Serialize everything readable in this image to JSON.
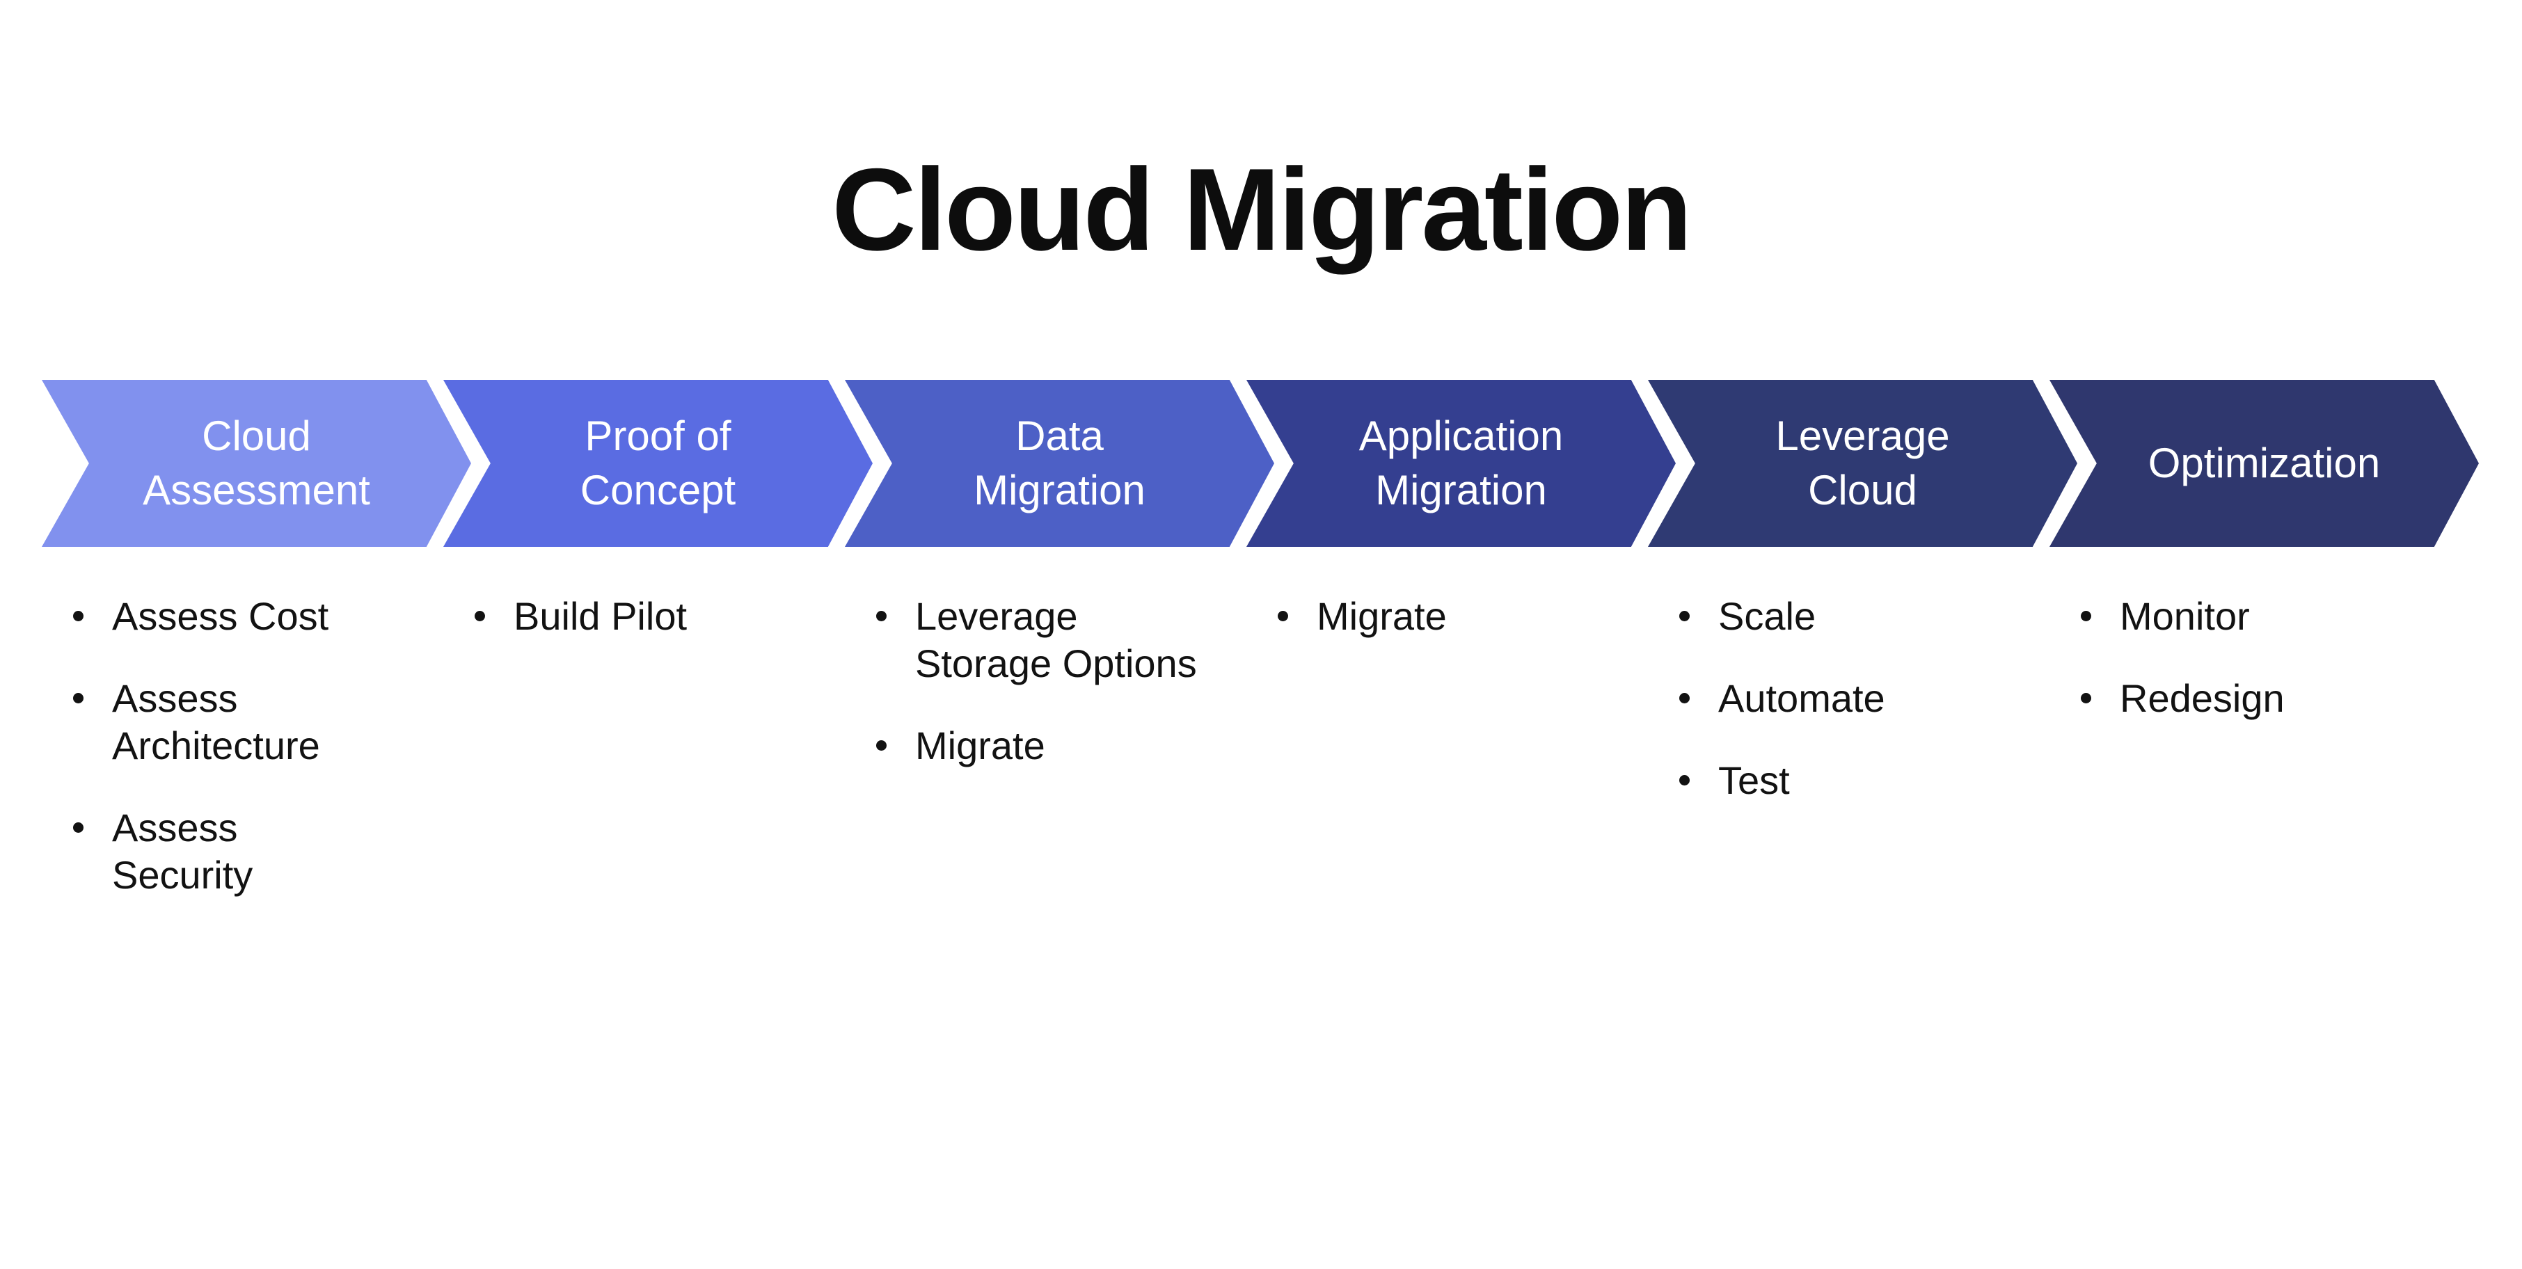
{
  "title": "Cloud Migration",
  "flow": {
    "direction": "left-to-right",
    "shape": "chevron-arrow",
    "gap_color": "#ffffff"
  },
  "stages": [
    {
      "label": "Cloud Assessment",
      "label_lines": [
        "Cloud",
        "Assessment"
      ],
      "color": "#8191ee",
      "text_color": "#ffffff",
      "items": [
        {
          "text": "Assess Cost",
          "lines": [
            "Assess Cost"
          ]
        },
        {
          "text": "Assess Architecture",
          "lines": [
            "Assess",
            "Architecture"
          ]
        },
        {
          "text": "Assess Security",
          "lines": [
            "Assess",
            "Security"
          ]
        }
      ]
    },
    {
      "label": "Proof of Concept",
      "label_lines": [
        "Proof of",
        "Concept"
      ],
      "color": "#5a6ce2",
      "text_color": "#ffffff",
      "items": [
        {
          "text": "Build Pilot",
          "lines": [
            "Build Pilot"
          ]
        }
      ]
    },
    {
      "label": "Data Migration",
      "label_lines": [
        "Data",
        "Migration"
      ],
      "color": "#4d60c6",
      "text_color": "#ffffff",
      "items": [
        {
          "text": "Leverage Storage Options",
          "lines": [
            "Leverage",
            "Storage Options"
          ]
        },
        {
          "text": "Migrate",
          "lines": [
            "Migrate"
          ]
        }
      ]
    },
    {
      "label": "Application Migration",
      "label_lines": [
        "Application",
        "Migration"
      ],
      "color": "#343f90",
      "text_color": "#ffffff",
      "items": [
        {
          "text": "Migrate",
          "lines": [
            "Migrate"
          ]
        }
      ]
    },
    {
      "label": "Leverage Cloud",
      "label_lines": [
        "Leverage",
        "Cloud"
      ],
      "color": "#2f3a73",
      "text_color": "#ffffff",
      "items": [
        {
          "text": "Scale",
          "lines": [
            "Scale"
          ]
        },
        {
          "text": "Automate",
          "lines": [
            "Automate"
          ]
        },
        {
          "text": "Test",
          "lines": [
            "Test"
          ]
        }
      ]
    },
    {
      "label": "Optimization",
      "label_lines": [
        "Optimization"
      ],
      "color": "#2f376e",
      "text_color": "#ffffff",
      "items": [
        {
          "text": "Monitor",
          "lines": [
            "Monitor"
          ]
        },
        {
          "text": "Redesign",
          "lines": [
            "Redesign"
          ]
        }
      ]
    }
  ]
}
